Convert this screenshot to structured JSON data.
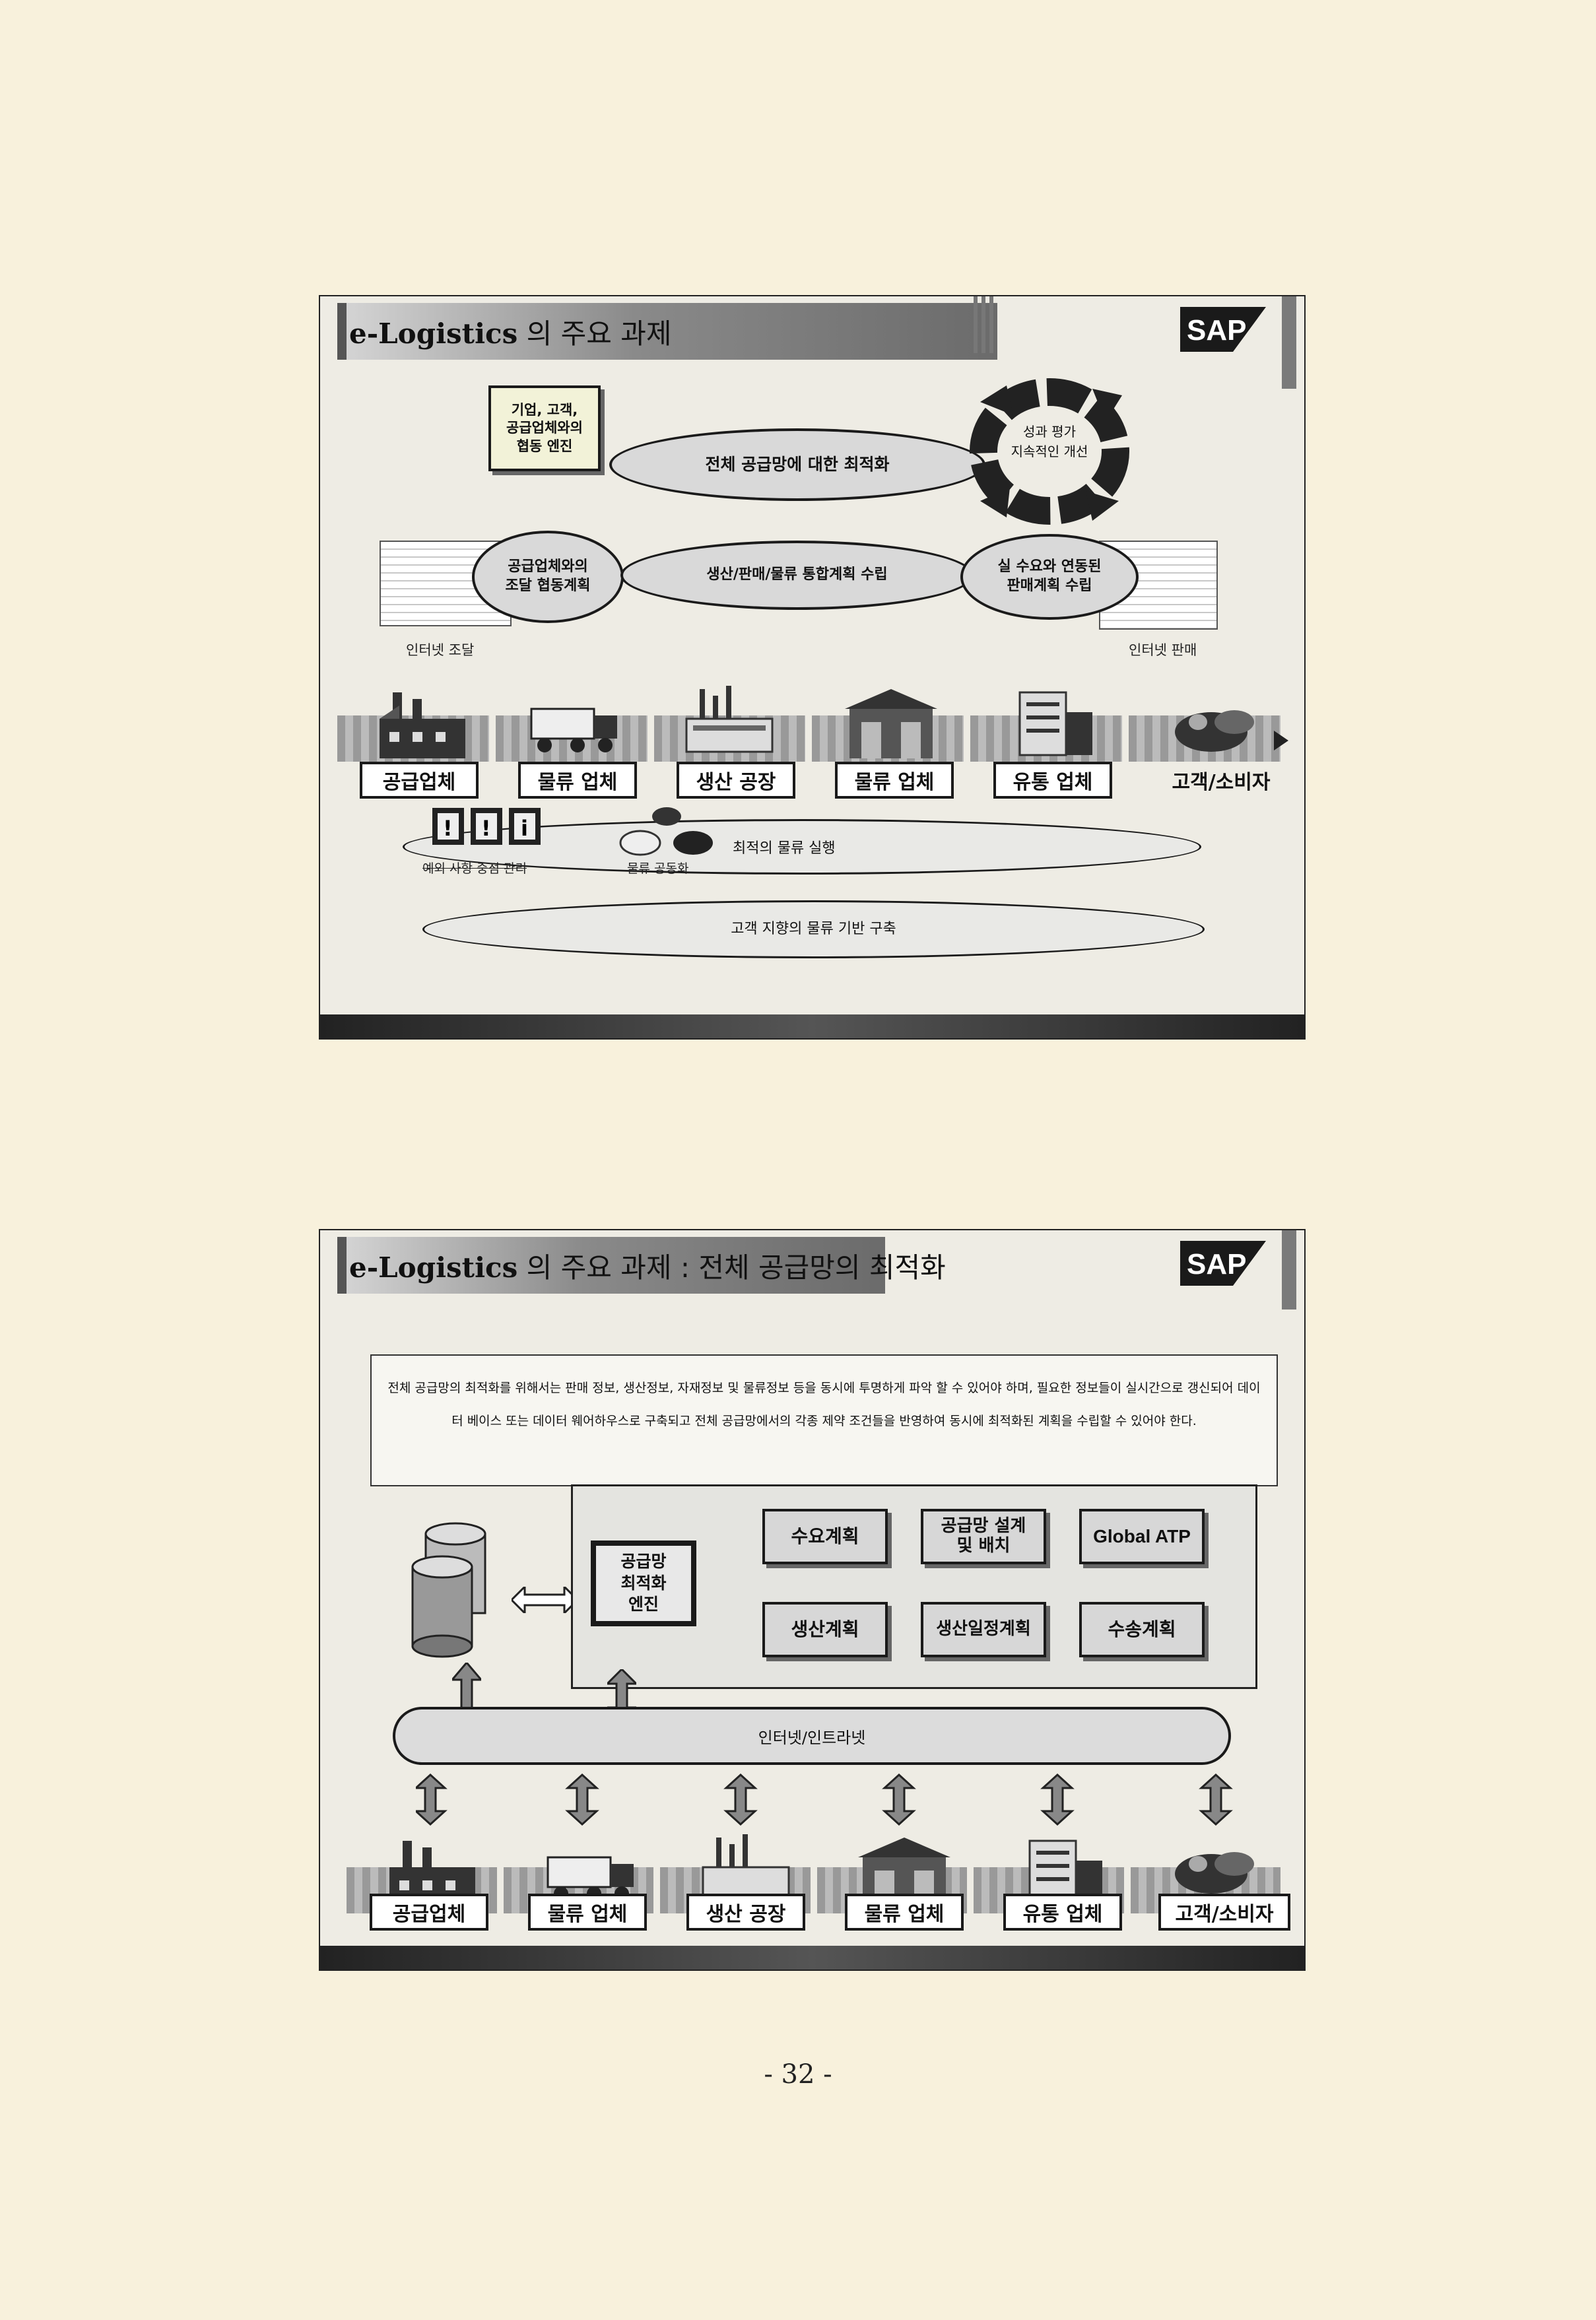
{
  "slide1": {
    "title_bold": "e-Logistics",
    "title_rest": " 의 주요 과제",
    "logo": "SAP",
    "engine_box": "기업, 고객,\n공급업체와의\n협동 엔진",
    "oval_total": "전체 공급망에 대한 최적화",
    "cycle_text": "성과 평가\n지속적인 개선",
    "oval_supplier": "공급업체와의\n조달 협동계획",
    "oval_integrated": "생산/판매/물류 통합계획 수립",
    "oval_demand": "실 수요와 연동된\n판매계획 수립",
    "label_internet_procure": "인터넷 조달",
    "label_internet_sales": "인터넷 판매",
    "entities": [
      "공급업체",
      "물류 업체",
      "생산 공장",
      "물류 업체",
      "유통 업체",
      "고객/소비자"
    ],
    "label_exception": "예외 사항 중점 관리",
    "label_logistics_sharing": "물류 공동화",
    "oval_optimal": "최적의 물류 실행",
    "oval_customer": "고객 지향의 물류 기반 구축"
  },
  "slide2": {
    "title_bold": "e-Logistics",
    "title_rest": " 의 주요 과제 : 전체 공급망의 최적화",
    "logo": "SAP",
    "description": "전체 공급망의 최적화를 위해서는 판매 정보, 생산정보, 자재정보 및 물류정보 등을 동시에 투명하게 파악 할 수 있어야 하며, 필요한 정보들이 실시간으로 갱신되어 데이터 베이스 또는 데이터 웨어하우스로 구축되고 전체 공급망에서의 각종 제약 조건들을 반영하여 동시에 최적화된 계획을 수립할 수 있어야 한다.",
    "engine": "공급망\n최적화\n엔진",
    "modules": [
      "수요계획",
      "공급망 설계\n및 배치",
      "Global ATP",
      "생산계획",
      "생산일정계획",
      "수송계획"
    ],
    "network": "인터넷/인트라넷",
    "entities": [
      "공급업체",
      "물류 업체",
      "생산 공장",
      "물류 업체",
      "유통 업체",
      "고객/소비자"
    ]
  },
  "page_number": "- 32 -",
  "colors": {
    "paper": "#f8f1dc",
    "slide": "#eeece4",
    "ink": "#111111"
  }
}
